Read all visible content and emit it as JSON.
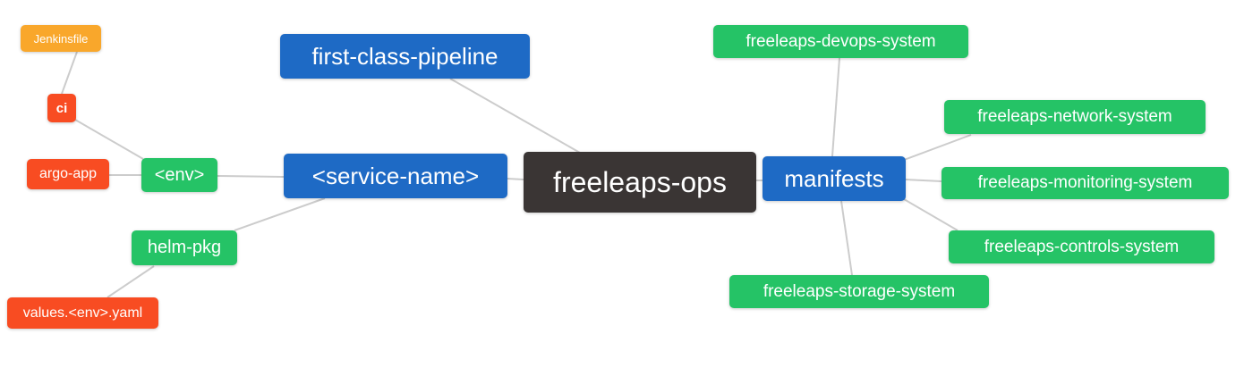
{
  "diagram": {
    "type": "mindmap",
    "root": "freeleaps-ops",
    "palette": {
      "orange": "#F9A72B",
      "red": "#F84C22",
      "green": "#25C366",
      "blue": "#1E6AC5",
      "dark": "#3A3534",
      "edge": "#CCCCCC",
      "text": "#FFFFFF",
      "background": "#FFFFFF"
    },
    "nodes": {
      "jenkinsfile": {
        "label": "Jenkinsfile",
        "color": "#F9A72B"
      },
      "ci": {
        "label": "ci",
        "color": "#F84C22"
      },
      "argo_app": {
        "label": "argo-app",
        "color": "#F84C22"
      },
      "env": {
        "label": "<env>",
        "color": "#25C366"
      },
      "helm_pkg": {
        "label": "helm-pkg",
        "color": "#25C366"
      },
      "values_env_yaml": {
        "label": "values.<env>.yaml",
        "color": "#F84C22"
      },
      "first_class_pipeline": {
        "label": "first-class-pipeline",
        "color": "#1E6AC5"
      },
      "service_name": {
        "label": "<service-name>",
        "color": "#1E6AC5"
      },
      "freeleaps_ops": {
        "label": "freeleaps-ops",
        "color": "#3A3534"
      },
      "manifests": {
        "label": "manifests",
        "color": "#1E6AC5"
      },
      "devops_system": {
        "label": "freeleaps-devops-system",
        "color": "#25C366"
      },
      "network_system": {
        "label": "freeleaps-network-system",
        "color": "#25C366"
      },
      "monitoring_system": {
        "label": "freeleaps-monitoring-system",
        "color": "#25C366"
      },
      "controls_system": {
        "label": "freeleaps-controls-system",
        "color": "#25C366"
      },
      "storage_system": {
        "label": "freeleaps-storage-system",
        "color": "#25C366"
      }
    },
    "edges": [
      {
        "from": "jenkinsfile",
        "to": "ci"
      },
      {
        "from": "ci",
        "to": "env"
      },
      {
        "from": "argo_app",
        "to": "env"
      },
      {
        "from": "env",
        "to": "service_name"
      },
      {
        "from": "helm_pkg",
        "to": "service_name"
      },
      {
        "from": "values_env_yaml",
        "to": "helm_pkg"
      },
      {
        "from": "first_class_pipeline",
        "to": "freeleaps_ops"
      },
      {
        "from": "service_name",
        "to": "freeleaps_ops"
      },
      {
        "from": "freeleaps_ops",
        "to": "manifests"
      },
      {
        "from": "manifests",
        "to": "devops_system"
      },
      {
        "from": "manifests",
        "to": "network_system"
      },
      {
        "from": "manifests",
        "to": "monitoring_system"
      },
      {
        "from": "manifests",
        "to": "controls_system"
      },
      {
        "from": "manifests",
        "to": "storage_system"
      }
    ]
  }
}
